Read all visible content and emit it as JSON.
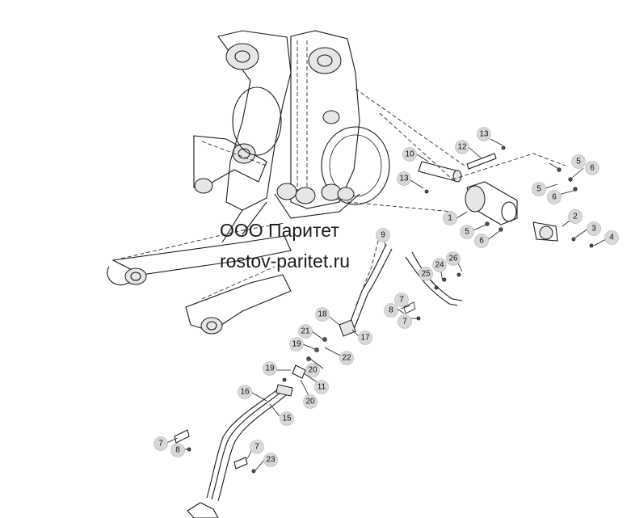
{
  "watermark": {
    "company": "ООО Паритет",
    "website": "rostov-paritet.ru"
  },
  "callouts": [
    "1",
    "2",
    "3",
    "4",
    "5",
    "5",
    "5",
    "6",
    "6",
    "6",
    "7",
    "7",
    "7",
    "7",
    "8",
    "8",
    "9",
    "10",
    "11",
    "12",
    "13",
    "13",
    "15",
    "16",
    "17",
    "18",
    "19",
    "19",
    "20",
    "20",
    "21",
    "22",
    "23",
    "24",
    "25",
    "26"
  ]
}
